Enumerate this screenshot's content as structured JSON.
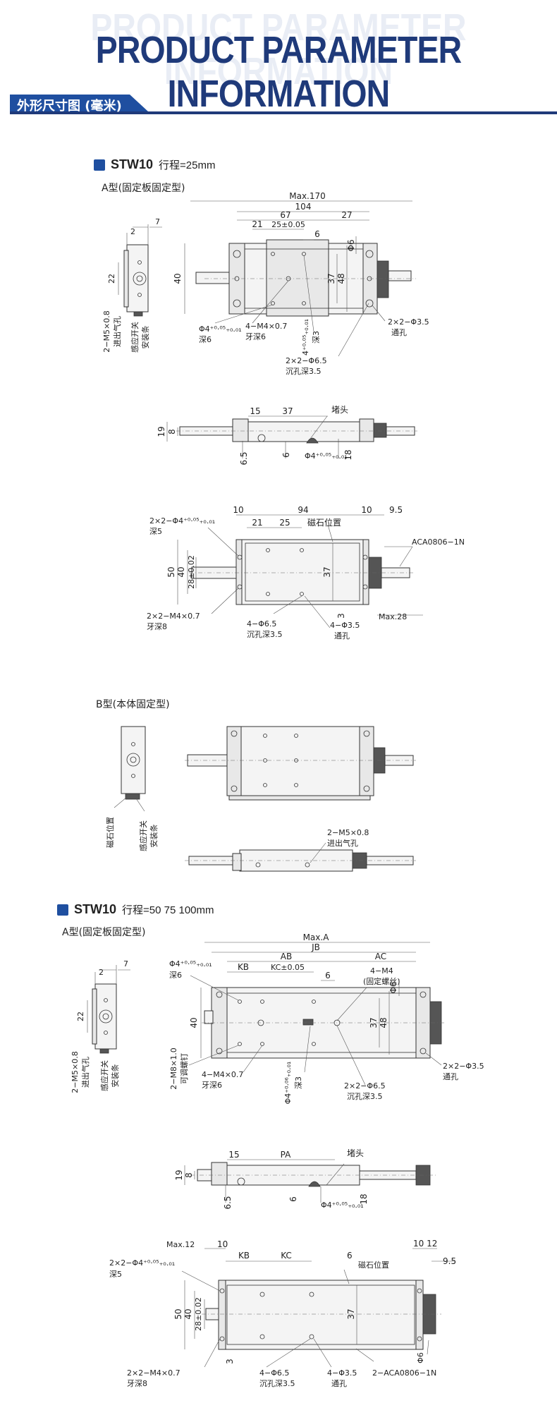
{
  "header": {
    "title": "PRODUCT PARAMETER INFORMATION",
    "ghost": "PRODUCT PARAMETER INFORMATION"
  },
  "section": {
    "label": "外形尺寸图 (毫米)"
  },
  "colors": {
    "brand_blue": "#1f3a7a",
    "bar_blue": "#1f4fa0"
  },
  "models": [
    {
      "name": "STW10",
      "stroke": "行程=25mm"
    },
    {
      "name": "STW10",
      "stroke": "行程=50  75  100mm"
    }
  ],
  "types": {
    "a1": "A型(固定板固定型)",
    "b1": "B型(本体固定型)",
    "a2": "A型(固定板固定型)"
  },
  "d1": {
    "maxlen": "Max.170",
    "l104": "104",
    "l67": "67",
    "l27": "27",
    "l21": "21",
    "l25": "25±0.05",
    "l6": "6",
    "v40": "40",
    "v37": "37",
    "v48": "48",
    "v6": "Φ6",
    "side_2": "2",
    "side_7": "7",
    "side_22": "22",
    "side_port": "2−M5×0.8",
    "side_port2": "进出气孔",
    "side_sw": "感应开关",
    "side_sw2": "安装条",
    "hole_dia": "Φ4⁺⁰·⁰⁵₊₀.₀₁",
    "hole_depth": "深6",
    "thread": "4−M4×0.7",
    "thread_d": "牙深6",
    "pin": "4⁺⁰·⁰⁵₊₀.₀₁",
    "pin_d": "深3",
    "cb": "2×2−Φ6.5",
    "cb_d": "沉孔深3.5",
    "th": "2×2−Φ3.5",
    "th_d": "通孔"
  },
  "d2": {
    "l15": "15",
    "l37": "37",
    "plug": "堵头",
    "v19": "19",
    "v8": "8",
    "v65": "6.5",
    "v6": "6",
    "hole": "Φ4⁺⁰·⁰⁵₊₀.₀₁",
    "v18": "18"
  },
  "d3": {
    "l10a": "10",
    "l94": "94",
    "l10b": "10",
    "l95": "9.5",
    "l21": "21",
    "l25": "25",
    "mag": "磁石位置",
    "pin": "2×2−Φ4⁺⁰·⁰⁵₊₀.₀₁",
    "pin_d": "深5",
    "v50": "50",
    "v40": "40",
    "v28": "28±0.02",
    "v37": "37",
    "thread": "2×2−M4×0.7",
    "thread_d": "牙深8",
    "cb": "4−Φ6.5",
    "cb_d": "沉孔深3.5",
    "th": "4−Φ3.5",
    "th_d": "通孔",
    "v3": "3",
    "buf": "ACA0806−1N",
    "max28": "Max.28"
  },
  "d4": {
    "side_a": "磁石位置",
    "side_b": "感应开关",
    "side_c": "安装条"
  },
  "d5": {
    "port": "2−M5×0.8",
    "port_d": "进出气孔"
  },
  "d6": {
    "maxa": "Max.A",
    "jb": "JB",
    "ab": "AB",
    "ac": "AC",
    "kb": "KB",
    "kc": "KC±0.05",
    "l6": "6",
    "m4": "4−M4",
    "m4d": "(固定螺丝)",
    "hole": "Φ4⁺⁰·⁰⁵₊₀.₀₁",
    "hole_d": "深6",
    "v40": "40",
    "v37": "37",
    "v48": "48",
    "v6": "Φ6",
    "side_2": "2",
    "side_7": "7",
    "side_22": "22",
    "side_port": "2−M5×0.8",
    "side_port2": "进出气孔",
    "side_sw": "感应开关",
    "side_sw2": "安装条",
    "m8": "2−M8×1.0",
    "m8d": "可调螺钉",
    "thread": "4−M4×0.7",
    "thread_d": "牙深6",
    "pin": "Φ4⁺⁰·⁰⁶₊₀.₀₁",
    "pin_d": "深3",
    "cb": "2×2−Φ6.5",
    "cb_d": "沉孔深3.5",
    "th": "2×2−Φ3.5",
    "th_d": "通孔"
  },
  "d7": {
    "l15": "15",
    "pa": "PA",
    "plug": "堵头",
    "v19": "19",
    "v8": "8",
    "v65": "6.5",
    "v6": "6",
    "hole": "Φ4⁺⁰·⁰⁵₊₀.₀₁",
    "v18": "18"
  },
  "d8": {
    "max12": "Max.12",
    "l10": "10",
    "l1012": "10 12",
    "l95": "9.5",
    "kb": "KB",
    "kc": "KC",
    "l6": "6",
    "mag": "磁石位置",
    "pin": "2×2−Φ4⁺⁰·⁰⁵₊₀.₀₁",
    "pin_d": "深5",
    "v50": "50",
    "v40": "40",
    "v28": "28±0.02",
    "v37": "37",
    "thread": "2×2−M4×0.7",
    "thread_d": "牙深8",
    "v3": "3",
    "cb": "4−Φ6.5",
    "cb_d": "沉孔深3.5",
    "th": "4−Φ3.5",
    "th_d": "通孔",
    "buf": "2−ACA0806−1N",
    "v6": "Φ6"
  }
}
